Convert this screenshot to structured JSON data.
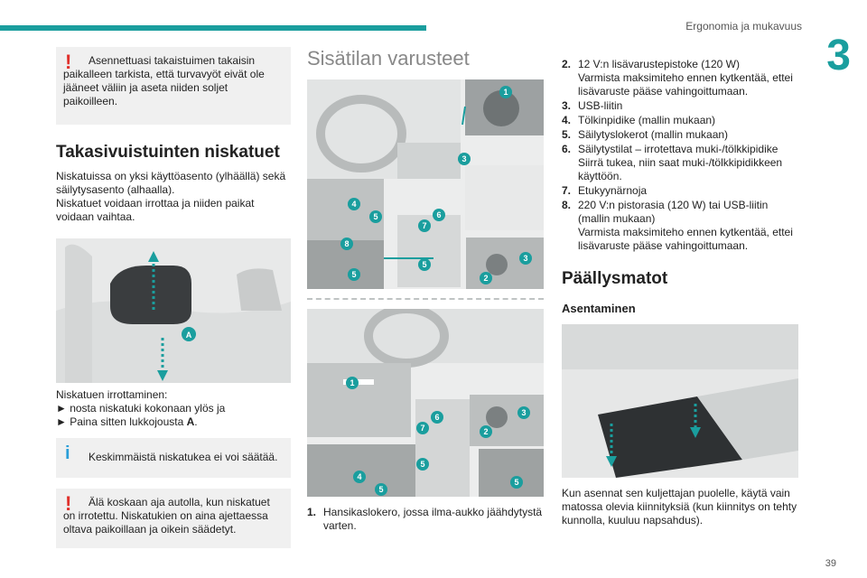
{
  "header": {
    "section_title": "Ergonomia ja mukavuus",
    "chapter_number": "3",
    "page_number": "39"
  },
  "col1": {
    "warning1": "Asennettuasi takaistuimen takaisin paikalleen tarkista, että turvavyöt eivät ole jääneet väliin ja aseta niiden soljet paikoilleen.",
    "heading": "Takasivuistuinten niskatuet",
    "intro1": "Niskatuissa on yksi käyttöasento (ylhäällä) sekä säilytysasento (alhaalla).",
    "intro2": "Niskatuet voidaan irrottaa ja niiden paikat voidaan vaihtaa.",
    "figure_label": "A",
    "removal_title": "Niskatuen irrottaminen:",
    "step1": "► nosta niskatuki kokonaan ylös ja",
    "step2_pre": "► Paina sitten lukkojousta ",
    "step2_bold": "A",
    "step2_post": ".",
    "info": "Keskimmäistä niskatukea ei voi säätää.",
    "warning2": "Älä koskaan aja autolla, kun niskatuet on irrotettu. Niskatukien on aina ajettaessa oltava paikoillaan ja oikein säädetyt."
  },
  "col2": {
    "heading": "Sisätilan varusteet",
    "item1_num": "1.",
    "item1_text": "Hansikaslokero, jossa ilma-aukko jäähdytystä varten.",
    "fig1_badges": [
      "1",
      "3",
      "4",
      "5",
      "6",
      "7",
      "8",
      "5",
      "5",
      "3",
      "2"
    ],
    "fig2_badges": [
      "1",
      "3",
      "6",
      "7",
      "2",
      "5",
      "5",
      "4",
      "5"
    ]
  },
  "col3": {
    "items": [
      {
        "num": "2.",
        "text": "12 V:n lisävarustepistoke (120 W)",
        "sub": "Varmista maksimiteho ennen kytkentää, ettei lisävaruste pääse vahingoittumaan."
      },
      {
        "num": "3.",
        "text": "USB-liitin",
        "sub": ""
      },
      {
        "num": "4.",
        "text": "Tölkinpidike (mallin mukaan)",
        "sub": ""
      },
      {
        "num": "5.",
        "text": "Säilytyslokerot (mallin mukaan)",
        "sub": ""
      },
      {
        "num": "6.",
        "text": "Säilytystilat – irrotettava muki-/tölkkipidike",
        "sub": "Siirrä tukea, niin saat muki-/tölkkipidikkeen käyttöön."
      },
      {
        "num": "7.",
        "text": "Etukyynärnoja",
        "sub": ""
      },
      {
        "num": "8.",
        "text": "220 V:n pistorasia (120 W) tai USB-liitin (mallin mukaan)",
        "sub": "Varmista maksimiteho ennen kytkentää, ettei lisävaruste pääse vahingoittumaan."
      }
    ],
    "heading": "Päällysmatot",
    "subheading": "Asentaminen",
    "body": "Kun asennat sen kuljettajan puolelle, käytä vain matossa olevia kiinnityksiä (kun kiinnitys on tehty kunnolla, kuuluu napsahdus)."
  },
  "colors": {
    "accent": "#1a9e9e",
    "warning": "#e0302b",
    "info": "#2a9ed8"
  },
  "icons": {
    "warning": "exclamation-mark-icon",
    "info": "info-i-icon"
  }
}
